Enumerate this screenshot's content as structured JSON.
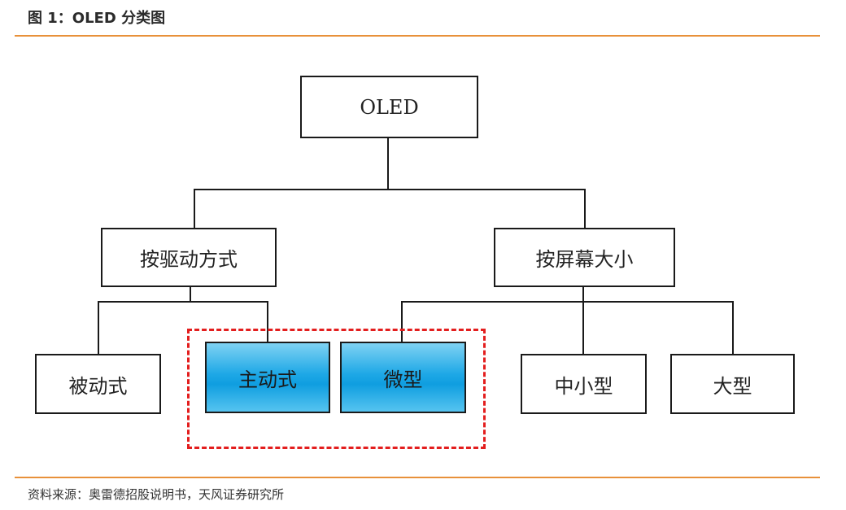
{
  "header": {
    "title": "图 1：OLED 分类图"
  },
  "footer": {
    "source": "资料来源：奥雷德招股说明书，天风证券研究所"
  },
  "diagram": {
    "root": "OLED",
    "branches": [
      {
        "label": "按驱动方式",
        "children": [
          "被动式",
          "主动式"
        ]
      },
      {
        "label": "按屏幕大小",
        "children": [
          "微型",
          "中小型",
          "大型"
        ]
      }
    ],
    "highlighted": [
      "主动式",
      "微型"
    ],
    "colors": {
      "highlight": "#1ea8e6",
      "dashed_border": "#e31e1e",
      "rule": "#e8913a"
    }
  }
}
